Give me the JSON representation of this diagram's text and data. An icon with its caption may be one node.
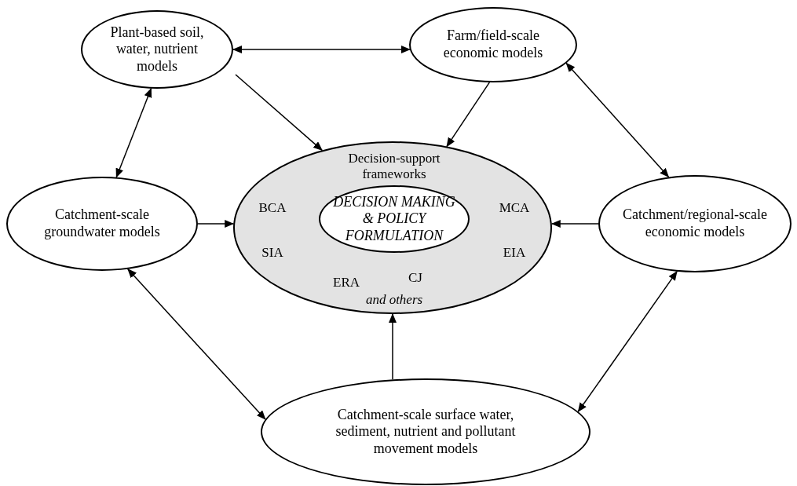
{
  "diagram": {
    "nodes": [
      {
        "text": [
          "Plant-based soil, water, nutrient models"
        ]
      },
      {
        "text": [
          "Farm/field-scale economic models"
        ]
      },
      {
        "text": [
          "Catchment-scale groundwater models"
        ]
      },
      {
        "text": [
          "Decision-support frameworks",
          "BCA",
          "MCA",
          "SIA",
          "EIA",
          "ERA",
          "CJ",
          "and others"
        ]
      },
      {
        "text": [
          "DECISION MAKING & POLICY FORMULATION"
        ],
        "in": 3
      },
      {
        "text": [
          "Catchment/regional-scale economic models"
        ]
      },
      {
        "text": [
          "Catchment-scale surface water, sediment, nutrient and pollutant movement models"
        ]
      }
    ],
    "edges": [
      {
        "from": 0,
        "to": 1,
        "arrow": "both"
      },
      {
        "from": 0,
        "to": 3,
        "arrow": "to"
      },
      {
        "from": 1,
        "to": 3,
        "arrow": "to"
      },
      {
        "from": 0,
        "to": 2,
        "arrow": "both"
      },
      {
        "from": 1,
        "to": 5,
        "arrow": "both"
      },
      {
        "from": 2,
        "to": 3,
        "arrow": "to"
      },
      {
        "from": 5,
        "to": 3,
        "arrow": "to"
      },
      {
        "from": 2,
        "to": 6,
        "arrow": "both"
      },
      {
        "from": 5,
        "to": 6,
        "arrow": "both"
      },
      {
        "from": 6,
        "to": 3,
        "arrow": "to"
      }
    ]
  }
}
